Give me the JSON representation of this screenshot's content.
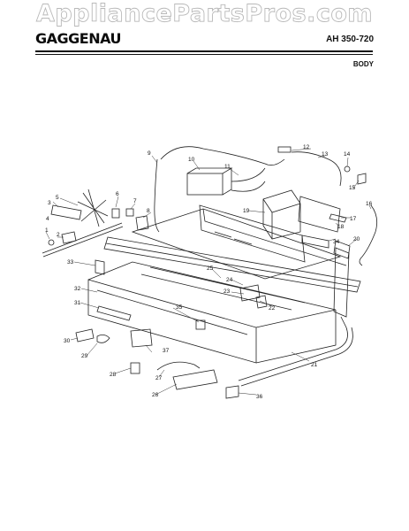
{
  "watermark": "AppliancePartsPros.com",
  "header": {
    "brand": "GAGGENAU",
    "model": "AH 350-720",
    "section": "BODY"
  },
  "callouts": [
    "1",
    "2",
    "3",
    "4",
    "5",
    "6",
    "7",
    "8",
    "9",
    "10",
    "11",
    "12",
    "13",
    "14",
    "15",
    "16",
    "17",
    "18",
    "19",
    "20",
    "21",
    "22",
    "23",
    "24",
    "25",
    "26",
    "27",
    "28",
    "29",
    "30",
    "31",
    "32",
    "33",
    "34",
    "35",
    "36",
    "37"
  ]
}
